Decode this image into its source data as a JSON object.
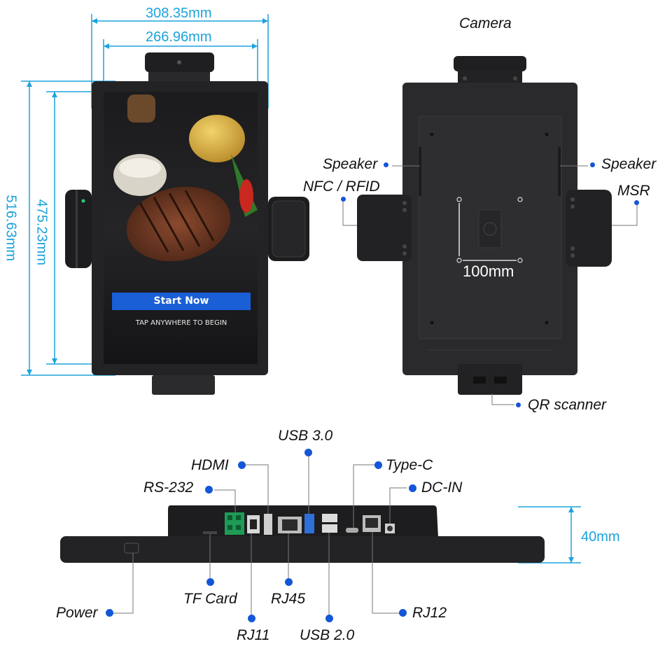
{
  "dimensions": {
    "outer_width": "308.35mm",
    "inner_width": "266.96mm",
    "outer_height": "516.63mm",
    "inner_height": "475.23mm",
    "vesa": "100mm",
    "depth": "40mm"
  },
  "screen": {
    "start_button": "Start Now",
    "tap_hint": "TAP ANYWHERE TO BEGIN"
  },
  "back_labels": {
    "camera": "Camera",
    "speaker_left": "Speaker",
    "speaker_right": "Speaker",
    "nfc": "NFC / RFID",
    "msr": "MSR",
    "qr": "QR scanner"
  },
  "port_labels": {
    "usb3": "USB 3.0",
    "hdmi": "HDMI",
    "typec": "Type-C",
    "rs232": "RS-232",
    "dcin": "DC-IN",
    "tf": "TF Card",
    "rj45": "RJ45",
    "power": "Power",
    "rj12": "RJ12",
    "rj11": "RJ11",
    "usb2": "USB 2.0"
  },
  "colors": {
    "dimension": "#1ba3dc",
    "callout_dot": "#1456d8",
    "device": "#2a2a2c",
    "button": "#1a5fd6"
  }
}
